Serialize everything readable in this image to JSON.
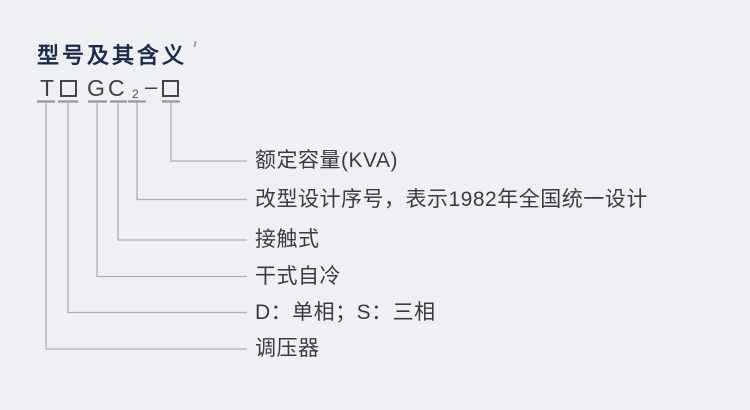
{
  "title": {
    "text": "型号及其含义"
  },
  "model_code": {
    "t": "T",
    "g": "G",
    "c": "C",
    "subscript": "2",
    "dash": "–"
  },
  "legend": {
    "items": [
      {
        "label": "额定容量(KVA)"
      },
      {
        "label": "改型设计序号，表示1982年全国统一设计"
      },
      {
        "label": "接触式"
      },
      {
        "label": "干式自冷"
      },
      {
        "label": "D：单相；S：三相"
      },
      {
        "label": "调压器"
      }
    ]
  },
  "colors": {
    "background": "#eef0f4",
    "title_text": "#1c2b4d",
    "code_text": "#414141",
    "box_border": "#454545",
    "tick_line": "#979797",
    "connector_line": "#b0b0b0",
    "label_text": "#3b3b3b"
  }
}
